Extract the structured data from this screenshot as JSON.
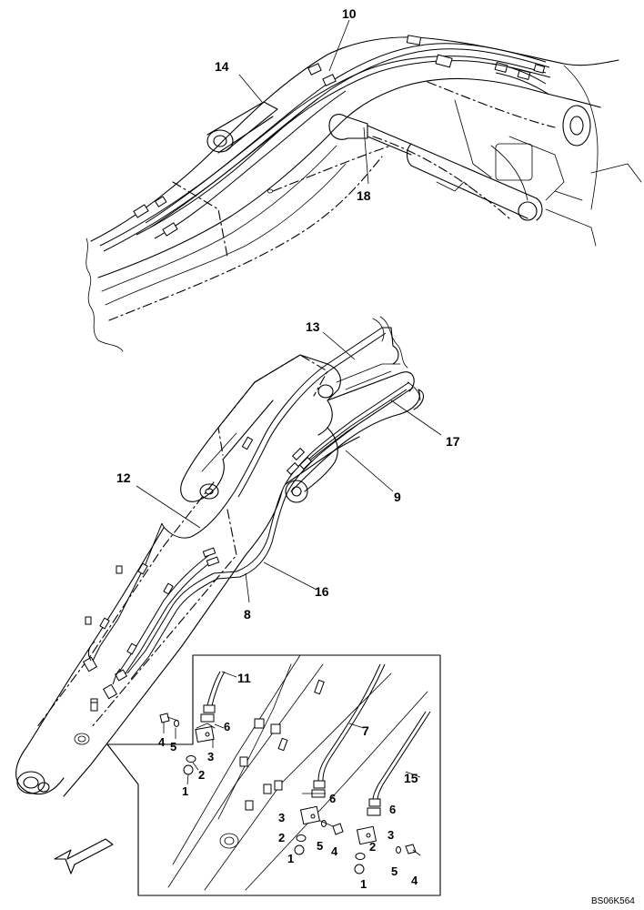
{
  "drawing": {
    "reference_code": "BS06K564",
    "callouts": [
      {
        "id": "c10",
        "label": "10"
      },
      {
        "id": "c14",
        "label": "14"
      },
      {
        "id": "c18",
        "label": "18"
      },
      {
        "id": "c13",
        "label": "13"
      },
      {
        "id": "c17",
        "label": "17"
      },
      {
        "id": "c12",
        "label": "12"
      },
      {
        "id": "c9",
        "label": "9"
      },
      {
        "id": "c16",
        "label": "16"
      },
      {
        "id": "c8",
        "label": "8"
      },
      {
        "id": "c11",
        "label": "11"
      },
      {
        "id": "c7",
        "label": "7"
      },
      {
        "id": "c15",
        "label": "15"
      },
      {
        "id": "d6a",
        "label": "6"
      },
      {
        "id": "d4a",
        "label": "4"
      },
      {
        "id": "d5a",
        "label": "5"
      },
      {
        "id": "d3a",
        "label": "3"
      },
      {
        "id": "d2a",
        "label": "2"
      },
      {
        "id": "d1a",
        "label": "1"
      },
      {
        "id": "d6b",
        "label": "6"
      },
      {
        "id": "d3b",
        "label": "3"
      },
      {
        "id": "d2b",
        "label": "2"
      },
      {
        "id": "d5b",
        "label": "5"
      },
      {
        "id": "d4b",
        "label": "4"
      },
      {
        "id": "d1b",
        "label": "1"
      },
      {
        "id": "d6c",
        "label": "6"
      },
      {
        "id": "d3c",
        "label": "3"
      },
      {
        "id": "d2c",
        "label": "2"
      },
      {
        "id": "d5c",
        "label": "5"
      },
      {
        "id": "d4c",
        "label": "4"
      },
      {
        "id": "d1c",
        "label": "1"
      }
    ]
  }
}
